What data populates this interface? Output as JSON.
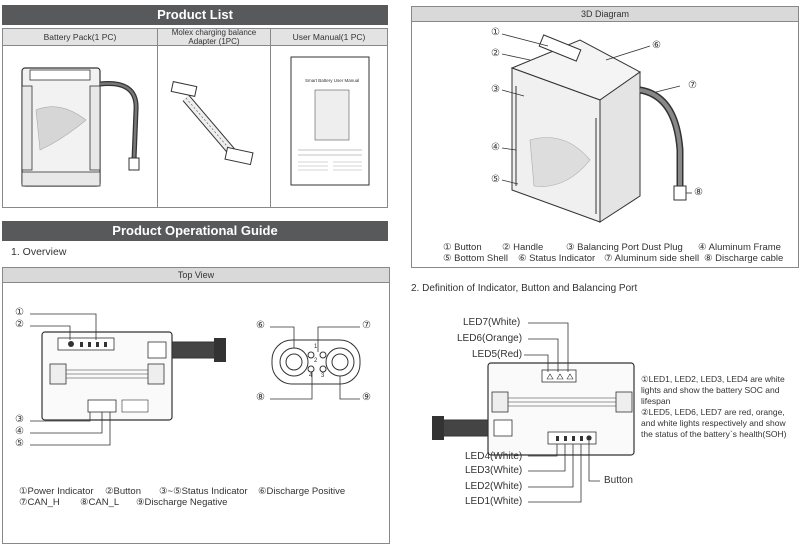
{
  "product_list": {
    "title": "Product List",
    "columns": [
      "Battery Pack(1 PC)",
      "Molex charging balance Adapter (1PC)",
      "User Manual(1 PC)"
    ],
    "manual_title": "Smart Battery User Manual"
  },
  "diagram_3d": {
    "title": "3D Diagram",
    "captions": [
      "① Button",
      "② Handle",
      "③ Balancing Port Dust Plug",
      "④ Aluminum Frame",
      "⑤ Bottom Shell",
      "⑥ Status Indicator",
      "⑦ Aluminum side shell",
      "⑧ Discharge cable"
    ],
    "callouts": [
      "①",
      "②",
      "③",
      "④",
      "⑤",
      "⑥",
      "⑦",
      "⑧"
    ]
  },
  "operational_guide": {
    "title": "Product Operational Guide",
    "overview_heading": "1. Overview",
    "top_view_title": "Top View",
    "callouts": [
      "①",
      "②",
      "③",
      "④",
      "⑤",
      "⑥",
      "⑦",
      "⑧",
      "⑨"
    ],
    "port_labels": [
      "1",
      "2",
      "3",
      "4"
    ],
    "captions_row1": [
      "①Power Indicator",
      "②Button",
      "③~⑤Status Indicator",
      "⑥Discharge Positive"
    ],
    "captions_row2": [
      "⑦CAN_H",
      "⑧CAN_L",
      "⑨Discharge Negative"
    ]
  },
  "indicator_section": {
    "heading": "2. Definition of Indicator, Button and Balancing Port",
    "leds_top": [
      "LED7(White)",
      "LED6(Orange)",
      "LED5(Red)"
    ],
    "leds_bottom": [
      "LED4(White)",
      "LED3(White)",
      "LED2(White)",
      "LED1(White)"
    ],
    "button_label": "Button",
    "note1": "①LED1, LED2, LED3, LED4 are white lights and show the battery SOC and lifespan",
    "note2": "②LED5, LED6, LED7 are red, orange, and white lights respectively and show the status of the battery`s health(SOH)"
  }
}
